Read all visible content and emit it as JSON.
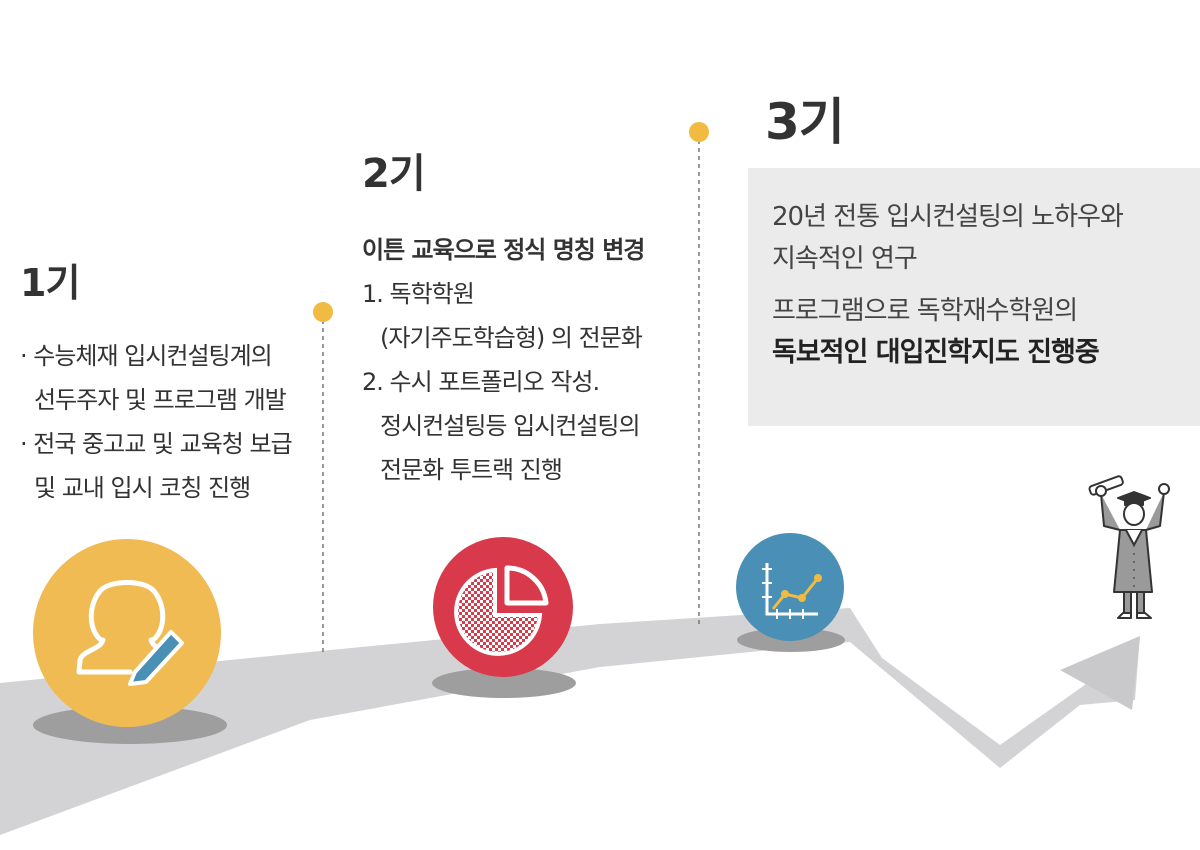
{
  "colors": {
    "road": "#d3d3d5",
    "road_arrow": "#c9c9cb",
    "stage1_circle": "#f0bb53",
    "stage2_circle": "#d8394b",
    "stage3_circle": "#4a8fb5",
    "dot": "#f0bb40",
    "shadow": "#9e9e9e",
    "dotted_line": "#777777",
    "box": "#ebebeb"
  },
  "stages": [
    {
      "title": "1기",
      "icon": "user-edit-icon",
      "lines": [
        "· 수능체재 입시컨설팅계의",
        "선두주자 및 프로그램 개발",
        "· 전국 중고교 및 교육청 보급",
        "및 교내 입시 코칭 진행"
      ]
    },
    {
      "title": "2기",
      "icon": "pie-chart-icon",
      "heading": "이튼 교육으로 정식 명칭 변경",
      "lines": [
        "1. 독학학원",
        "(자기주도학습형) 의 전문화",
        "2. 수시 포트폴리오 작성.",
        "정시컨설팅등 입시컨설팅의",
        "전문화 투트랙 진행"
      ]
    },
    {
      "title": "3기",
      "icon": "line-chart-icon",
      "lines": [
        "20년 전통 입시컨설팅의 노하우와",
        "지속적인 연구",
        "프로그램으로 독학재수학원의",
        "독보적인 대입진학지도 진행중"
      ]
    }
  ],
  "graduate_icon": "graduate-icon"
}
